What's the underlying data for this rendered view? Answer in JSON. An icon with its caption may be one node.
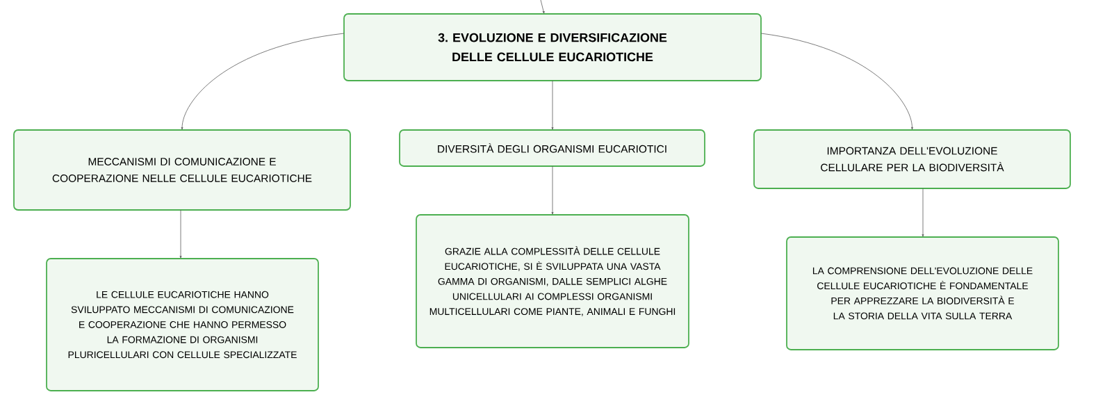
{
  "diagram": {
    "nodes": [
      {
        "text": [
          "3. EVOLUZIONE E DIVERSIFICAZIONE DELLE CELLULE EUCARIOTICHE"
        ]
      },
      {
        "text": [
          "MECCANISMI DI COMUNICAZIONE E COOPERAZIONE NELLE CELLULE EUCARIOTICHE"
        ]
      },
      {
        "text": [
          "DIVERSITÀ DEGLI ORGANISMI EUCARIOTICI"
        ]
      },
      {
        "text": [
          "IMPORTANZA DELL'EVOLUZIONE CELLULARE PER LA BIODIVERSITÀ"
        ]
      },
      {
        "text": [
          "LE CELLULE EUCARIOTICHE HANNO SVILUPPATO MECCANISMI DI COMUNICAZIONE E COOPERAZIONE CHE HANNO PERMESSO LA FORMAZIONE DI ORGANISMI PLURICELLULARI CON CELLULE SPECIALIZZATE"
        ]
      },
      {
        "text": [
          "GRAZIE ALLA COMPLESSITÀ DELLE CELLULE EUCARIOTICHE, SI È SVILUPPATA UNA VASTA GAMMA DI ORGANISMI, DALLE SEMPLICI ALGHE UNICELLULARI AI COMPLESSI ORGANISMI MULTICELLULARI COME PIANTE, ANIMALI E FUNGHI"
        ]
      },
      {
        "text": [
          "LA COMPRENSIONE DELL'EVOLUZIONE DELLE CELLULE EUCARIOTICHE È FONDAMENTALE PER APPREZZARE LA BIODIVERSITÀ E LA STORIA DELLA VITA SULLA TERRA"
        ]
      }
    ],
    "edges": [
      {
        "from": null,
        "to": 0,
        "arrow": "to"
      },
      {
        "from": 0,
        "to": 1,
        "arrow": "to"
      },
      {
        "from": 0,
        "to": 2,
        "arrow": "to"
      },
      {
        "from": 0,
        "to": 3,
        "arrow": "to"
      },
      {
        "from": 1,
        "to": 4,
        "arrow": "to"
      },
      {
        "from": 2,
        "to": 5,
        "arrow": "to"
      },
      {
        "from": 3,
        "to": 6,
        "arrow": "to"
      }
    ]
  }
}
